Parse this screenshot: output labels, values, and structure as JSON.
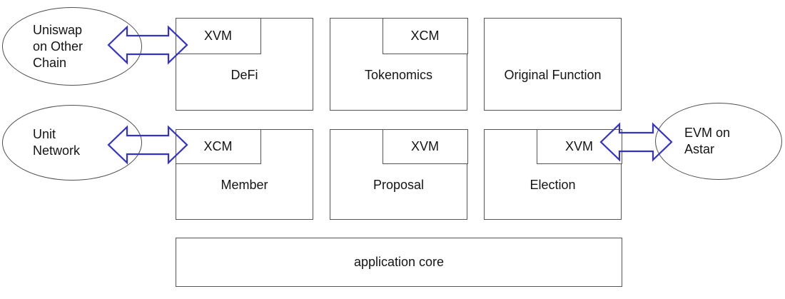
{
  "modules": [
    {
      "label": "DeFi",
      "interface": "XVM",
      "interface_side": "left"
    },
    {
      "label": "Tokenomics",
      "interface": "XCM",
      "interface_side": "right"
    },
    {
      "label": "Original Function",
      "interface": null,
      "interface_side": null
    },
    {
      "label": "Member",
      "interface": "XCM",
      "interface_side": "left"
    },
    {
      "label": "Proposal",
      "interface": "XVM",
      "interface_side": "right"
    },
    {
      "label": "Election",
      "interface": "XVM",
      "interface_side": "right"
    }
  ],
  "externals": [
    {
      "label": "Uniswap\non Other\nChain"
    },
    {
      "label": "Unit\nNetwork"
    },
    {
      "label": "EVM on\nAstar"
    }
  ],
  "core": {
    "label": "application core"
  },
  "connections": [
    {
      "from": "Uniswap on Other Chain",
      "to": "DeFi",
      "via": "XVM",
      "type": "bidirectional"
    },
    {
      "from": "Unit Network",
      "to": "Member",
      "via": "XCM",
      "type": "bidirectional"
    },
    {
      "from": "EVM on Astar",
      "to": "Election",
      "via": "XVM",
      "type": "bidirectional"
    }
  ],
  "colors": {
    "arrow": "#3333cc",
    "box_border": "#545454",
    "ellipse_border": "#4f4f4f",
    "text": "#141414"
  }
}
